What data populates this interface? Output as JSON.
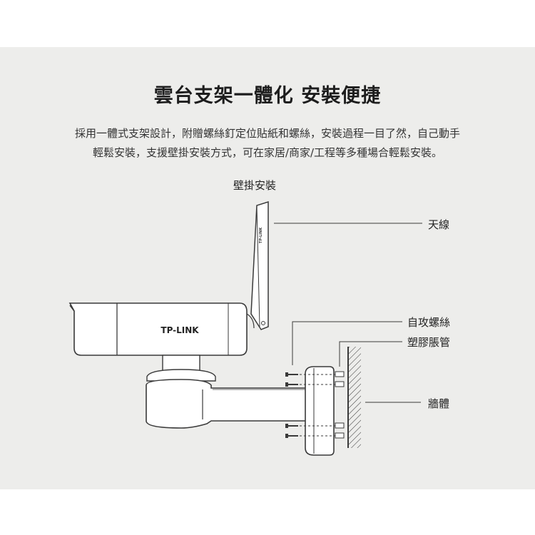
{
  "title": "雲台支架一體化 安裝便捷",
  "description": {
    "line1": "採用一體式支架設計，附贈螺絲釘定位貼紙和螺絲，安裝過程一目了然，自己動手",
    "line2": "輕鬆安裝，支援壁掛安裝方式，可在家居/商家/工程等多種場合輕鬆安裝。"
  },
  "diagram": {
    "heading": "壁掛安裝",
    "brand_logo": "TP-LINK",
    "antenna_logo": "TP-LINK",
    "labels": {
      "antenna": "天線",
      "self_tapping_screw": "自攻螺絲",
      "plastic_anchor": "塑膠脹管",
      "wall": "牆體"
    }
  },
  "colors": {
    "panel_bg": "#ededeb",
    "outline": "#3a3a3a",
    "fill": "#ffffff"
  }
}
